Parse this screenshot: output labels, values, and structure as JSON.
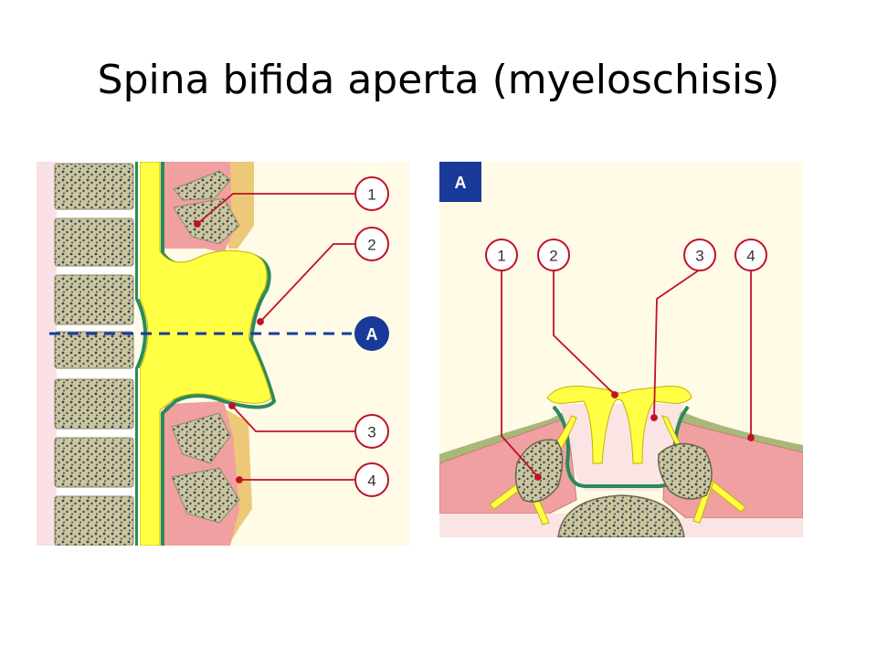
{
  "slide": {
    "title": "Spina bifida aperta (myeloschisis)"
  },
  "left_figure": {
    "section_marker": "A",
    "callouts": [
      "1",
      "2",
      "3",
      "4"
    ]
  },
  "right_figure": {
    "section_badge": "A",
    "callouts": [
      "1",
      "2",
      "3",
      "4"
    ]
  },
  "colors": {
    "cream_background": "#fffbe6",
    "bone": "#c8c89a",
    "bone_dots": "#4a3a6a",
    "disc": "#ffffff",
    "muscle": "#f0a0a0",
    "spinal_cord": "#ffff44",
    "meninges": "#2a8a5a",
    "callout_line": "#c0102a",
    "marker_blue": "#1a3a9a",
    "skin": "#e8c870"
  }
}
